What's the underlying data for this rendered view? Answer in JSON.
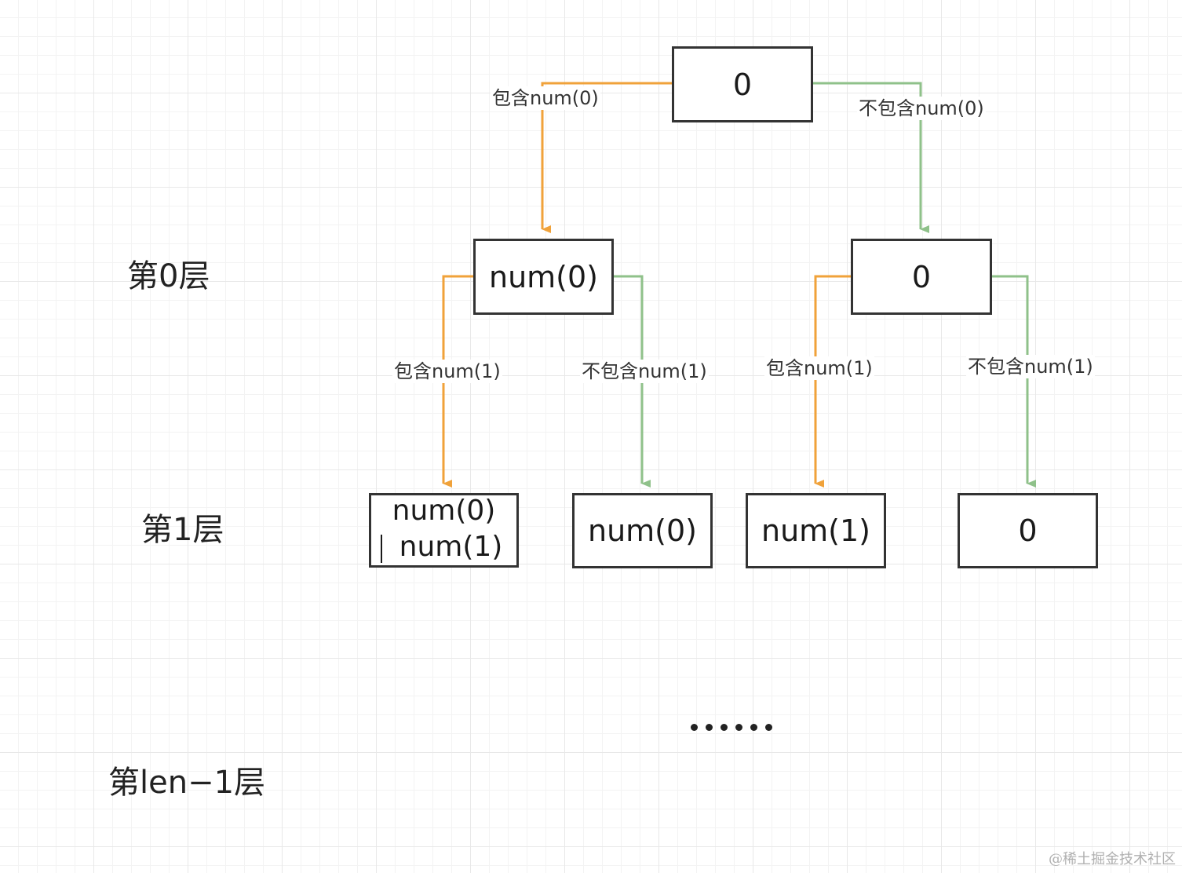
{
  "colors": {
    "include_edge": "#f0a23a",
    "exclude_edge": "#8fc18a",
    "node_border": "#333333",
    "grid": "#e8e8e8"
  },
  "levels": [
    "第0层",
    "第1层",
    "第len−1层"
  ],
  "nodes": {
    "root": "0",
    "l0_left": "num(0)",
    "l0_right": "0",
    "l1_a_line1": "num(0)",
    "l1_a_line2": "num(1)",
    "l1_b": "num(0)",
    "l1_c": "num(1)",
    "l1_d": "0"
  },
  "edges": {
    "root_left": "包含num(0)",
    "root_right": "不包含num(0)",
    "l0_left_left": "包含num(1)",
    "l0_left_right": "不包含num(1)",
    "l0_right_left": "包含num(1)",
    "l0_right_right": "不包含num(1)"
  },
  "watermark": "@稀土掘金技术社区"
}
